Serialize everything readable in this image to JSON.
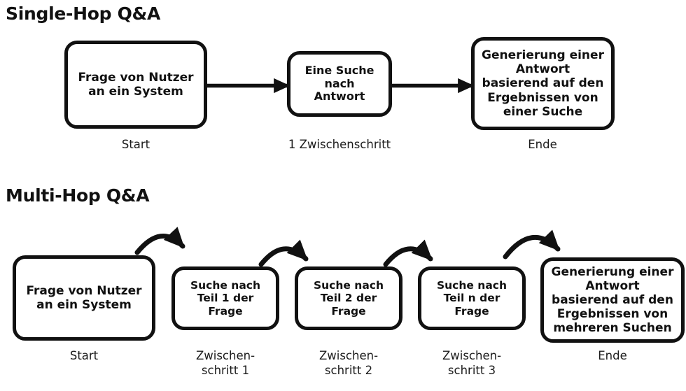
{
  "page": {
    "background": "#ffffff",
    "ink": "#111111"
  },
  "sections": [
    {
      "id": "single-hop",
      "title": "Single-Hop Q&A",
      "nodes": [
        {
          "id": "sh-start",
          "text": "Frage von Nutzer\nan ein System",
          "caption": "Start"
        },
        {
          "id": "sh-step1",
          "text": "Eine Suche\nnach\nAntwort",
          "caption": "1 Zwischenschritt"
        },
        {
          "id": "sh-end",
          "text": "Generierung einer\nAntwort\nbasierend auf den\nErgebnissen von\neiner Suche",
          "caption": "Ende"
        }
      ],
      "connectors": [
        {
          "id": "sh-arrow-1",
          "kind": "straight-arrow",
          "from": "sh-start",
          "to": "sh-step1"
        },
        {
          "id": "sh-arrow-2",
          "kind": "straight-arrow",
          "from": "sh-step1",
          "to": "sh-end"
        }
      ]
    },
    {
      "id": "multi-hop",
      "title": "Multi-Hop Q&A",
      "nodes": [
        {
          "id": "mh-start",
          "text": "Frage von Nutzer\nan ein System",
          "caption": "Start"
        },
        {
          "id": "mh-step1",
          "text": "Suche nach\nTeil 1 der\nFrage",
          "caption": "Zwischen-\nschritt 1"
        },
        {
          "id": "mh-step2",
          "text": "Suche nach\nTeil 2 der\nFrage",
          "caption": "Zwischen-\nschritt 2"
        },
        {
          "id": "mh-step3",
          "text": "Suche nach\nTeil n der\nFrage",
          "caption": "Zwischen-\nschritt 3"
        },
        {
          "id": "mh-end",
          "text": "Generierung einer\nAntwort\nbasierend auf den\nErgebnissen von\nmehreren  Suchen",
          "caption": "Ende"
        }
      ],
      "connectors": [
        {
          "id": "mh-arrow-1",
          "kind": "curved-arrow",
          "from": "mh-start",
          "to": "mh-step1"
        },
        {
          "id": "mh-arrow-2",
          "kind": "curved-arrow",
          "from": "mh-step1",
          "to": "mh-step2"
        },
        {
          "id": "mh-arrow-3",
          "kind": "curved-arrow",
          "from": "mh-step2",
          "to": "mh-step3"
        },
        {
          "id": "mh-arrow-4",
          "kind": "curved-arrow",
          "from": "mh-step3",
          "to": "mh-end"
        }
      ]
    }
  ]
}
